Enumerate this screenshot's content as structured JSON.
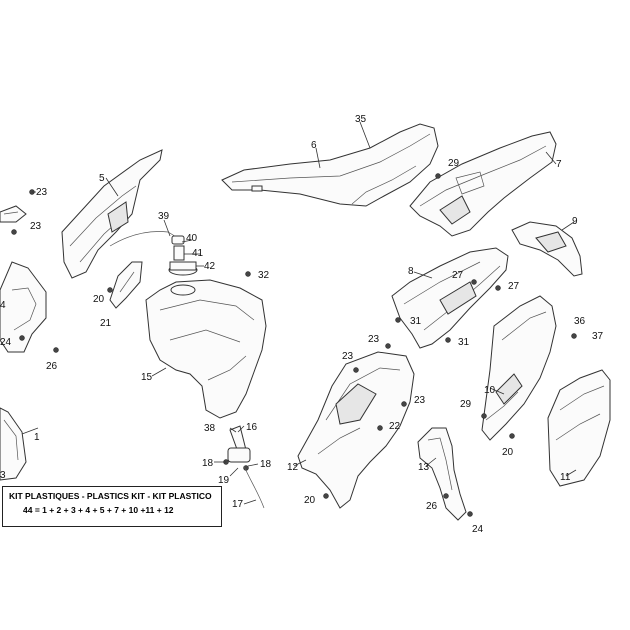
{
  "kit": {
    "title": "KIT PLASTIQUES - PLASTICS KIT - KIT PLASTICO",
    "formula": "44 = 1 + 2 + 3  + 4 + 5 + 7 + 10 +11 + 12"
  },
  "callouts": {
    "n1": "1",
    "n3": "3",
    "n4": "4",
    "n5": "5",
    "n6": "6",
    "n7": "7",
    "n8": "8",
    "n9": "9",
    "n10": "10",
    "n11": "11",
    "n12": "12",
    "n13": "13",
    "n15": "15",
    "n16": "16",
    "n17": "17",
    "n18a": "18",
    "n18b": "18",
    "n19": "19",
    "n20a": "20",
    "n20b": "20",
    "n20c": "20",
    "n21": "21",
    "n22": "22",
    "n23a": "23",
    "n23b": "23",
    "n23c": "23",
    "n23d": "23",
    "n23e": "23",
    "n24a": "24",
    "n24b": "24",
    "n26a": "26",
    "n26b": "26",
    "n27a": "27",
    "n27b": "27",
    "n29a": "29",
    "n29b": "29",
    "n31a": "31",
    "n31b": "31",
    "n32": "32",
    "n35": "35",
    "n36": "36",
    "n37": "37",
    "n38": "38",
    "n39": "39",
    "n40": "40",
    "n41": "41",
    "n42": "42"
  }
}
